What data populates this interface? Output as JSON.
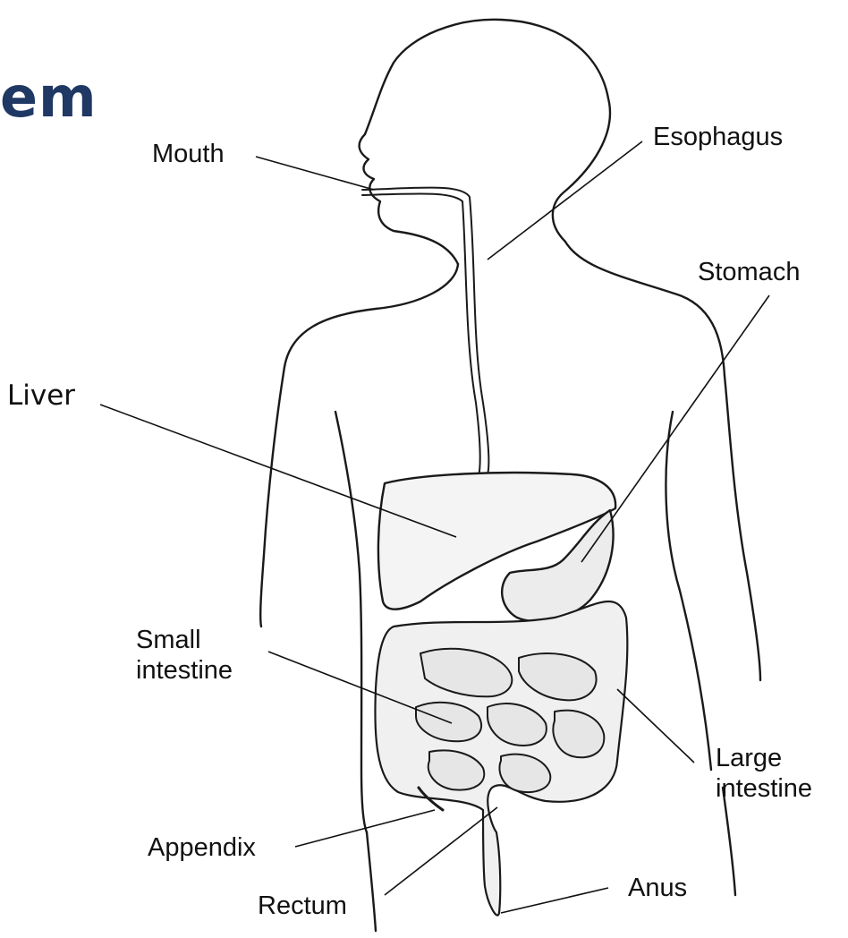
{
  "slide": {
    "title_fragment": "em"
  },
  "diagram": {
    "labels": {
      "mouth": "Mouth",
      "esophagus": "Esophagus",
      "stomach": "Stomach",
      "liver": "Liver",
      "small_intestine": [
        "Small",
        "intestine"
      ],
      "large_intestine": [
        "Large",
        "intestine"
      ],
      "appendix": "Appendix",
      "rectum": "Rectum",
      "anus": "Anus"
    }
  }
}
